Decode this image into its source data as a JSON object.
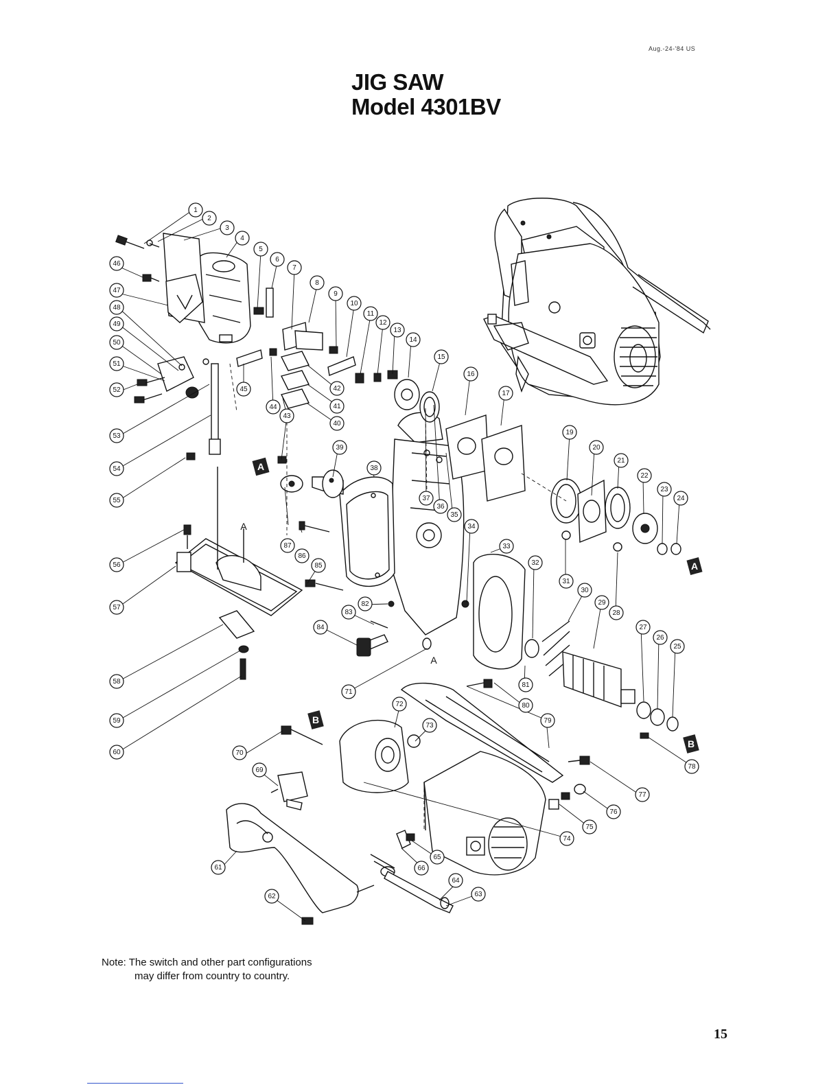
{
  "header": {
    "date_code": "Aug.-24-'84 US",
    "title_line1": "JIG SAW",
    "title_line2": "Model 4301BV"
  },
  "note": {
    "line1": "Note: The switch and other part configurations",
    "line2": "may differ from country to country."
  },
  "page_number": "15",
  "callouts": [
    "1",
    "2",
    "3",
    "4",
    "5",
    "6",
    "7",
    "8",
    "9",
    "10",
    "11",
    "12",
    "13",
    "14",
    "15",
    "16",
    "17",
    "19",
    "20",
    "21",
    "22",
    "23",
    "24",
    "25",
    "26",
    "27",
    "28",
    "29",
    "30",
    "31",
    "32",
    "33",
    "34",
    "35",
    "36",
    "37",
    "38",
    "39",
    "40",
    "41",
    "42",
    "43",
    "44",
    "45",
    "46",
    "47",
    "48",
    "49",
    "50",
    "51",
    "52",
    "53",
    "54",
    "55",
    "56",
    "57",
    "58",
    "59",
    "60",
    "61",
    "62",
    "63",
    "64",
    "65",
    "66",
    "69",
    "70",
    "71",
    "72",
    "73",
    "74",
    "75",
    "76",
    "77",
    "78",
    "79",
    "80",
    "81",
    "82",
    "83",
    "84",
    "85",
    "86",
    "87"
  ],
  "reference_marks": [
    "A",
    "B"
  ],
  "axis_letter": "A"
}
